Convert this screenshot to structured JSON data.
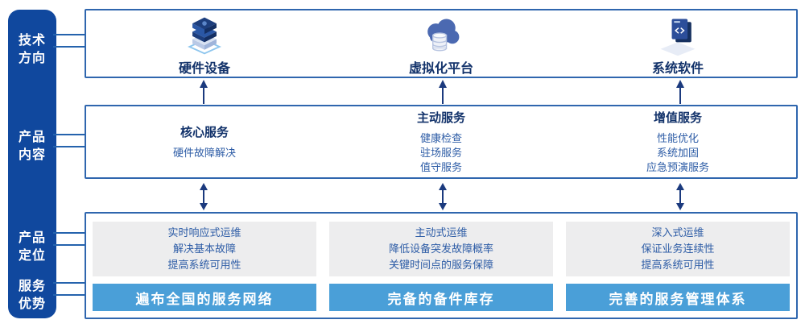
{
  "colors": {
    "sidebar_blue": "#10489e",
    "border_blue": "#2f66ae",
    "banner_blue": "#4a9fd8",
    "panel_gray": "#ededee",
    "header_navy": "#13336b",
    "body_blue": "#2d5ca6",
    "arrow_navy": "#1b3a7e"
  },
  "sidebar": {
    "labels": [
      {
        "label": "技术方向"
      },
      {
        "label": "产品内容"
      },
      {
        "label": "产品定位"
      },
      {
        "label": "服务优势"
      }
    ]
  },
  "tech_row": {
    "items": [
      {
        "label": "硬件设备",
        "icon": "server-stack-icon"
      },
      {
        "label": "虚拟化平台",
        "icon": "cloud-database-icon"
      },
      {
        "label": "系统软件",
        "icon": "code-window-icon"
      }
    ]
  },
  "content_row": {
    "columns": [
      {
        "header": "核心服务",
        "items": [
          "硬件故障解决"
        ]
      },
      {
        "header": "主动服务",
        "items": [
          "健康检查",
          "驻场服务",
          "值守服务"
        ]
      },
      {
        "header": "增值服务",
        "items": [
          "性能优化",
          "系统加固",
          "应急预演服务"
        ]
      }
    ]
  },
  "bottom_row": {
    "panels": [
      {
        "positioning": [
          "实时响应式运维",
          "解决基本故障",
          "提高系统可用性"
        ],
        "advantage": "遍布全国的服务网络"
      },
      {
        "positioning": [
          "主动式运维",
          "降低设备突发故障概率",
          "关键时间点的服务保障"
        ],
        "advantage": "完备的备件库存"
      },
      {
        "positioning": [
          "深入式运维",
          "保证业务连续性",
          "提高系统可用性"
        ],
        "advantage": "完善的服务管理体系"
      }
    ]
  }
}
